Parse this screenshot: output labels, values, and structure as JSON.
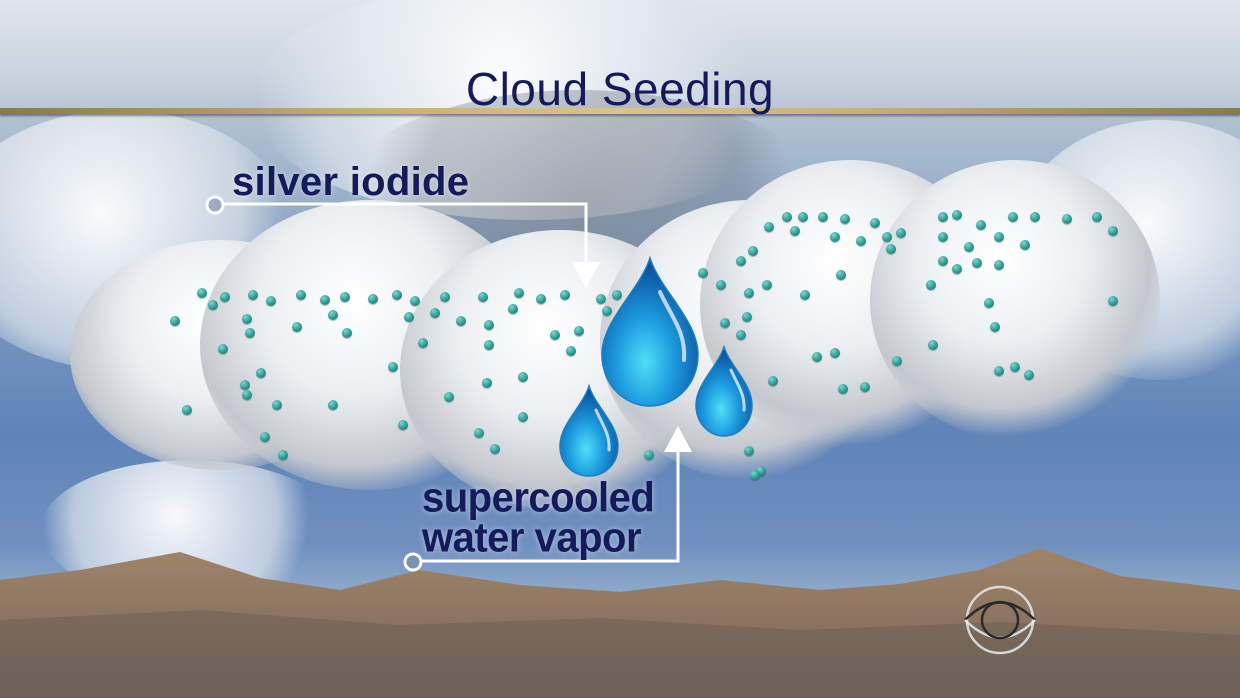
{
  "title": "Cloud Seeding",
  "labels": {
    "silver_iodide": "silver iodide",
    "supercooled_line1": "supercooled",
    "supercooled_line2": "water vapor"
  },
  "logo": "cbs-eye-logo",
  "colors": {
    "title_text": "#141a5a",
    "label_text": "#141a5a",
    "rule_gold": "#c8b070",
    "particle_teal": "#2a9a93",
    "droplet_blue": "#1f8fd6",
    "arrow_white": "#ffffff"
  },
  "diagram": {
    "nodes": [
      "silver iodide",
      "supercooled water vapor",
      "water droplets",
      "cloud"
    ],
    "edges": [
      {
        "from": "silver iodide",
        "to": "cloud (droplet formation)",
        "direction": "down"
      },
      {
        "from": "supercooled water vapor",
        "to": "cloud (droplet formation)",
        "direction": "up"
      }
    ]
  }
}
